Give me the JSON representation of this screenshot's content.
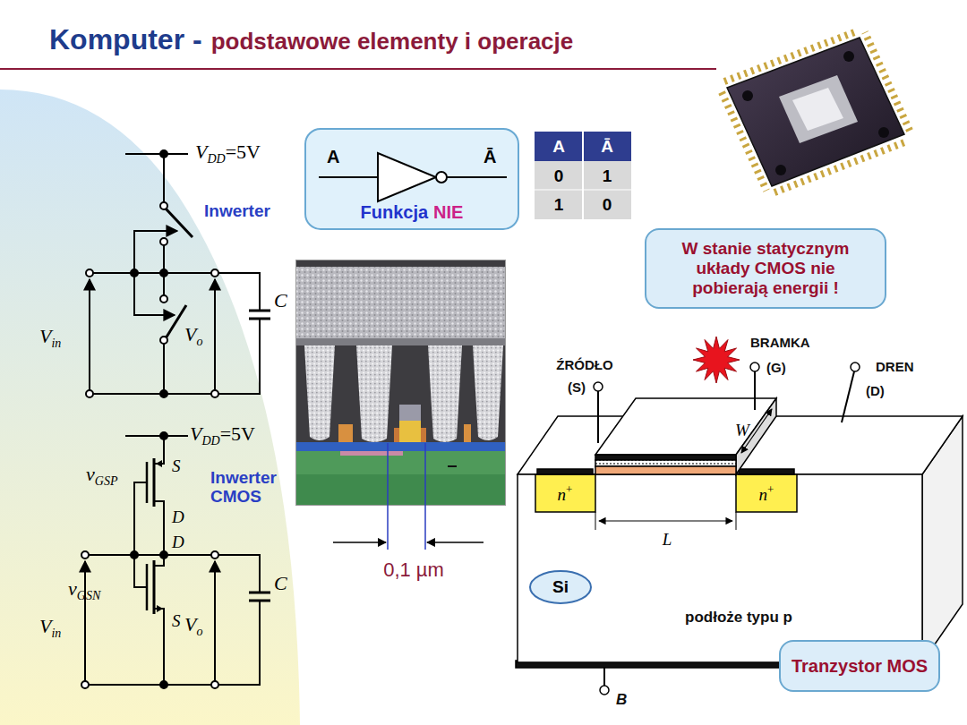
{
  "diagram": {
    "title": "Komputer -",
    "nodes": [
      {
        "text": [
          "A",
          "Ā",
          "Funkcja",
          "NIE"
        ]
      },
      {
        "text": [
          "W stanie statycznym układy CMOS nie pobierają energii !"
        ]
      },
      {
        "text": [
          "Si"
        ]
      },
      {
        "text": [
          "Tranzystor MOS"
        ]
      }
    ],
    "labels": [
      "podstawowe elementy i operacje",
      "V",
      "DD",
      "=5V",
      "Inwerter",
      "V",
      "in",
      "V",
      "o",
      "C",
      "V",
      "DD",
      "=5V",
      "Inwerter CMOS",
      "v",
      "GSP",
      "S",
      "D",
      "D",
      "S",
      "v",
      "GSN",
      "V",
      "in",
      "V",
      "o",
      "C",
      "A",
      "Ā",
      "0",
      "1",
      "1",
      "0",
      "0,1 µm",
      "ŹRÓDŁO",
      "(S)",
      "BRAMKA",
      "(G)",
      "DREN",
      "(D)",
      "W",
      "n",
      "+",
      "n",
      "+",
      "L",
      "podłoże typu p",
      "B"
    ]
  }
}
